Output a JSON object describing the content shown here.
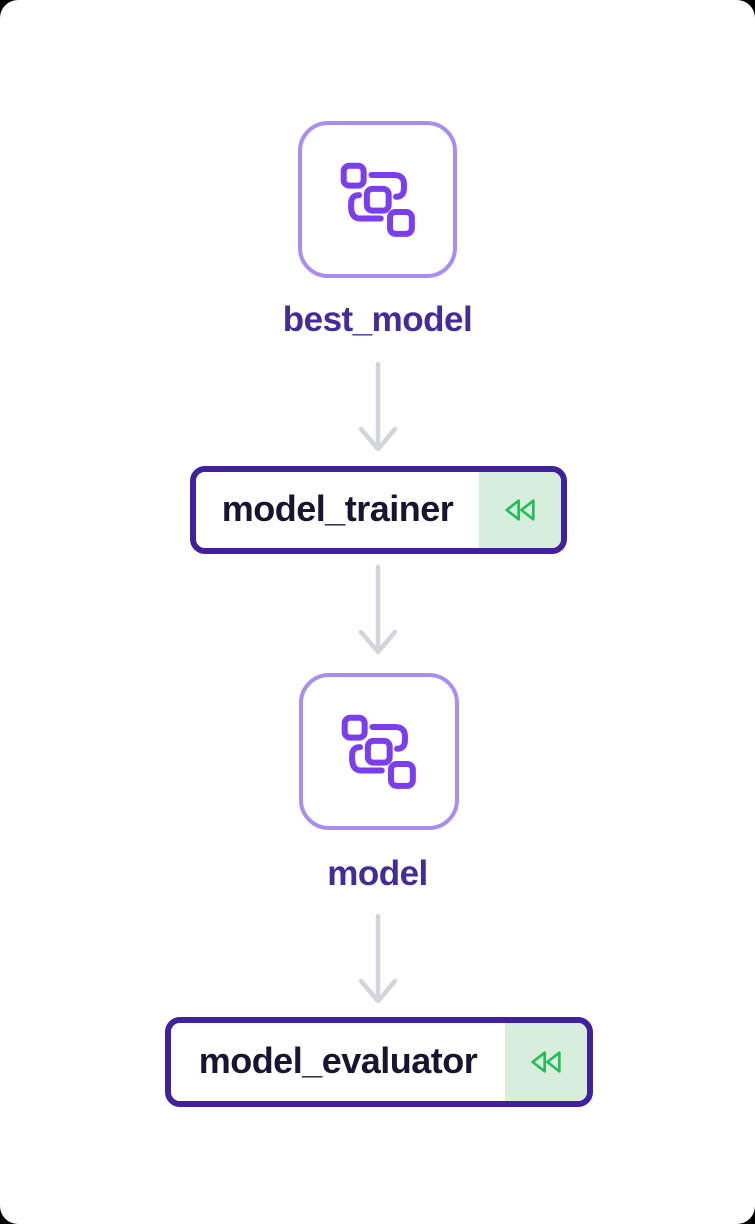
{
  "diagram": {
    "type": "pipeline-dag",
    "direction": "top-to-bottom",
    "nodes": [
      {
        "id": "best_model",
        "kind": "artifact",
        "label": "best_model",
        "icon": "artifact-icon"
      },
      {
        "id": "model_trainer",
        "kind": "step",
        "label": "model_trainer",
        "badge_icon": "rewind-icon"
      },
      {
        "id": "model",
        "kind": "artifact",
        "label": "model",
        "icon": "artifact-icon"
      },
      {
        "id": "model_evaluator",
        "kind": "step",
        "label": "model_evaluator",
        "badge_icon": "rewind-icon"
      }
    ],
    "edges": [
      {
        "from": "best_model",
        "to": "model_trainer"
      },
      {
        "from": "model_trainer",
        "to": "model"
      },
      {
        "from": "model",
        "to": "model_evaluator"
      }
    ]
  },
  "colors": {
    "page_bg": "#000000",
    "canvas_bg": "#ffffff",
    "artifact_border": "#a98ef2",
    "artifact_icon": "#7b3eee",
    "artifact_label": "#422c99",
    "step_border": "#40209d",
    "step_text": "#181431",
    "cache_bg": "#d7eedd",
    "cache_icon": "#25bd58",
    "arrow": "#d3d5dd"
  }
}
